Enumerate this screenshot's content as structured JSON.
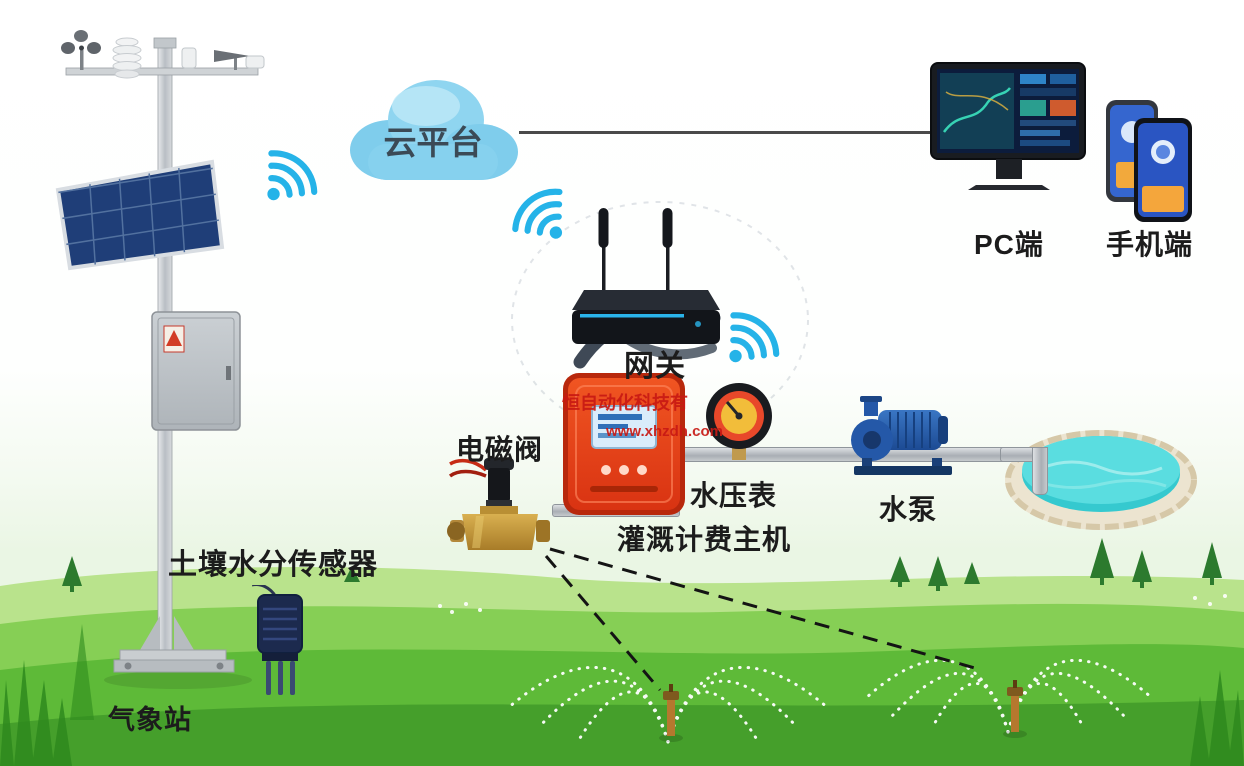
{
  "labels": {
    "weather_station": "气象站",
    "soil_sensor": "土壤水分传感器",
    "cloud": "云平台",
    "pc": "PC端",
    "mobile": "手机端",
    "gateway": "网关",
    "solenoid_valve": "电磁阀",
    "pressure_gauge": "水压表",
    "billing_host": "灌溉计费主机",
    "pump": "水泵"
  },
  "watermark": {
    "company": "恒自动化科技有",
    "url": "www.xhzdh.com"
  },
  "colors": {
    "wifi_blue": "#29b4e8",
    "cloud_blue": "#8fd3ef",
    "host_red": "#e8451c",
    "pump_blue": "#2458a8",
    "pool_water": "#4fd4da",
    "grass_green": "#5eba38",
    "solar_panel_navy": "#1f3e78"
  }
}
